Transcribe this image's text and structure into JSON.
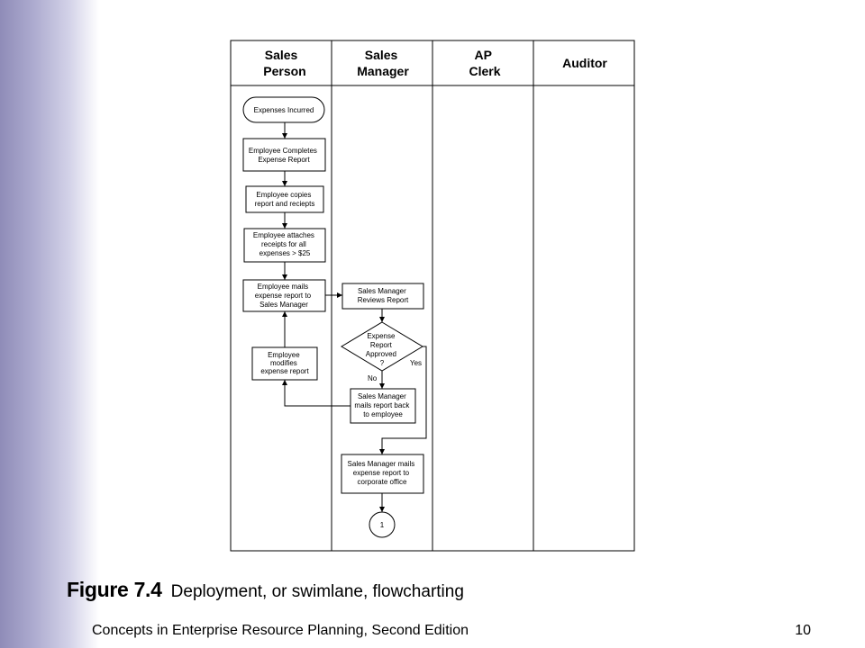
{
  "lanes": [
    {
      "line1": "Sales",
      "line2": "Person"
    },
    {
      "line1": "Sales",
      "line2": "Manager"
    },
    {
      "line1": "AP",
      "line2": "Clerk"
    },
    {
      "line1": "Auditor",
      "line2": ""
    }
  ],
  "nodes": {
    "expenses_incurred": [
      "Expenses Incurred"
    ],
    "completes_report": [
      "Employee Completes",
      "Expense Report"
    ],
    "copies_report": [
      "Employee copies",
      "report and reciepts"
    ],
    "attaches_receipts": [
      "Employee attaches",
      "receipts for all",
      "expenses > $25"
    ],
    "mails_report": [
      "Employee mails",
      "expense report to",
      "Sales Manager"
    ],
    "manager_reviews": [
      "Sales Manager",
      "Reviews Report"
    ],
    "report_approved": [
      "Expense",
      "Report",
      "Approved",
      "?"
    ],
    "employee_modifies": [
      "Employee",
      "modifies",
      "expense report"
    ],
    "manager_mails_back": [
      "Sales Manager",
      "mails report back",
      "to employee"
    ],
    "manager_mails_corporate": [
      "Sales Manager mails",
      "expense report to",
      "corporate office"
    ],
    "connector": [
      "1"
    ]
  },
  "edge_labels": {
    "yes": "Yes",
    "no": "No"
  },
  "caption": {
    "figure_number": "Figure 7.4",
    "title": "Deployment, or swimlane, flowcharting"
  },
  "footer": {
    "book_title": "Concepts in Enterprise Resource Planning, Second Edition",
    "page_number": "10"
  }
}
